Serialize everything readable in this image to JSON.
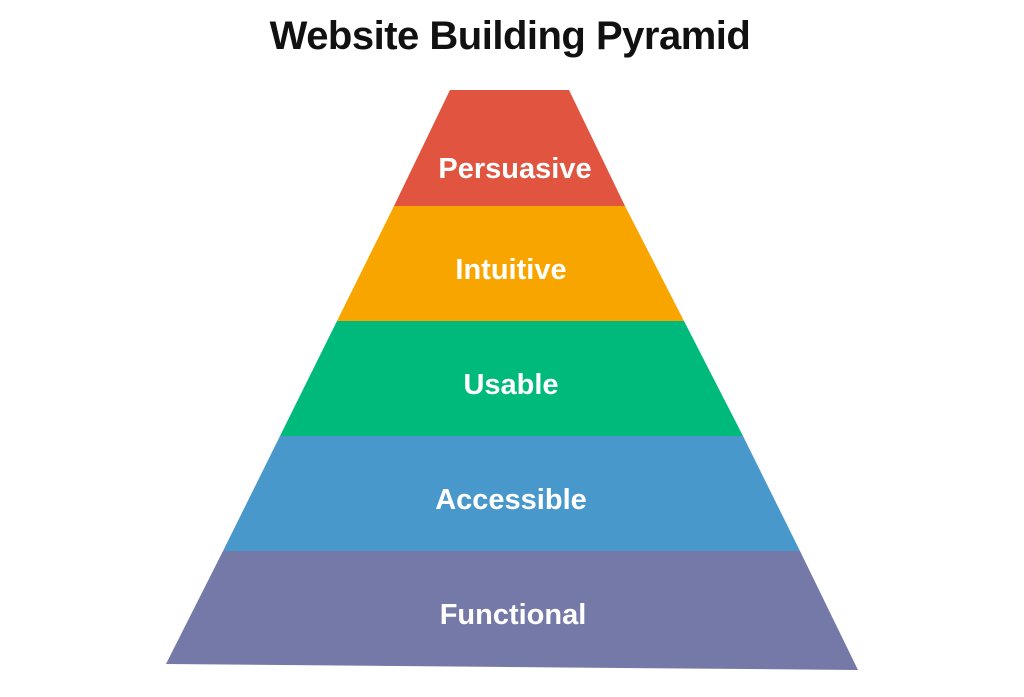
{
  "title": "Website Building Pyramid",
  "layers": [
    {
      "label": "Persuasive",
      "color": "#E05440"
    },
    {
      "label": "Intuitive",
      "color": "#F9A500"
    },
    {
      "label": "Usable",
      "color": "#00BA7C"
    },
    {
      "label": "Accessible",
      "color": "#4898CC"
    },
    {
      "label": "Functional",
      "color": "#7579A8"
    }
  ]
}
